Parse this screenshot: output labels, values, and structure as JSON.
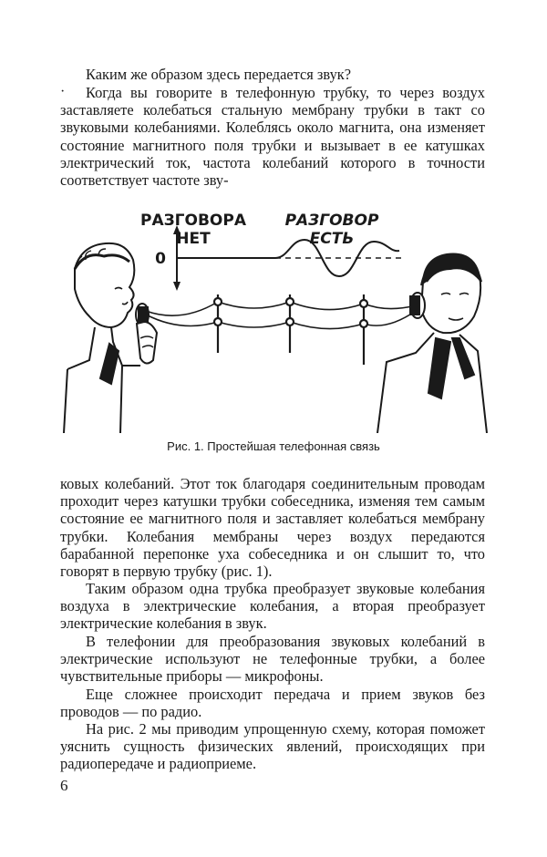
{
  "paragraphs": {
    "p1": "Каким же образом здесь передается звук?",
    "p2": "Когда вы говорите в телефонную трубку, то через воздух заставляете колебаться стальную мембрану трубки в такт со звуковыми колебаниями. Колеблясь около магнита, она изменяет состояние магнитного поля трубки и вызывает в ее катушках электрический ток, частота колебаний которого в точности соответствует частоте зву-",
    "p3": "ковых колебаний. Этот ток благодаря соединительным проводам проходит через катушки трубки собеседника, изменяя тем самым состояние ее магнитного поля и заставляет колебаться мембрану трубки. Колебания мембраны через воздух передаются барабанной перепонке уха собеседника и он слышит то, что говорят в первую трубку (рис. 1).",
    "p4": "Таким образом одна трубка преобразует звуковые колебания воздуха в электрические колебания, а вторая преобразует электрические колебания в звук.",
    "p5": "В телефонии для преобразования звуковых колебаний в электрические используют не телефонные трубки, а более чувствительные приборы — микрофоны.",
    "p6": "Еще сложнее происходит передача и прием звуков без проводов — по радио.",
    "p7": "На рис. 2 мы приводим упрощенную схему, которая поможет уяснить сущность физических явлений, происходящих при радиопередаче и радиоприеме."
  },
  "figure": {
    "label_no_talk_line1": "РАЗГОВОРА",
    "label_no_talk_line2": "НЕТ",
    "label_talk_line1": "РАЗГОВОР",
    "label_talk_line2": "ЕСТЬ",
    "axis_zero": "0",
    "caption": "Рис. 1. Простейшая телефонная связь"
  },
  "bullet": "·",
  "page_number": "6"
}
